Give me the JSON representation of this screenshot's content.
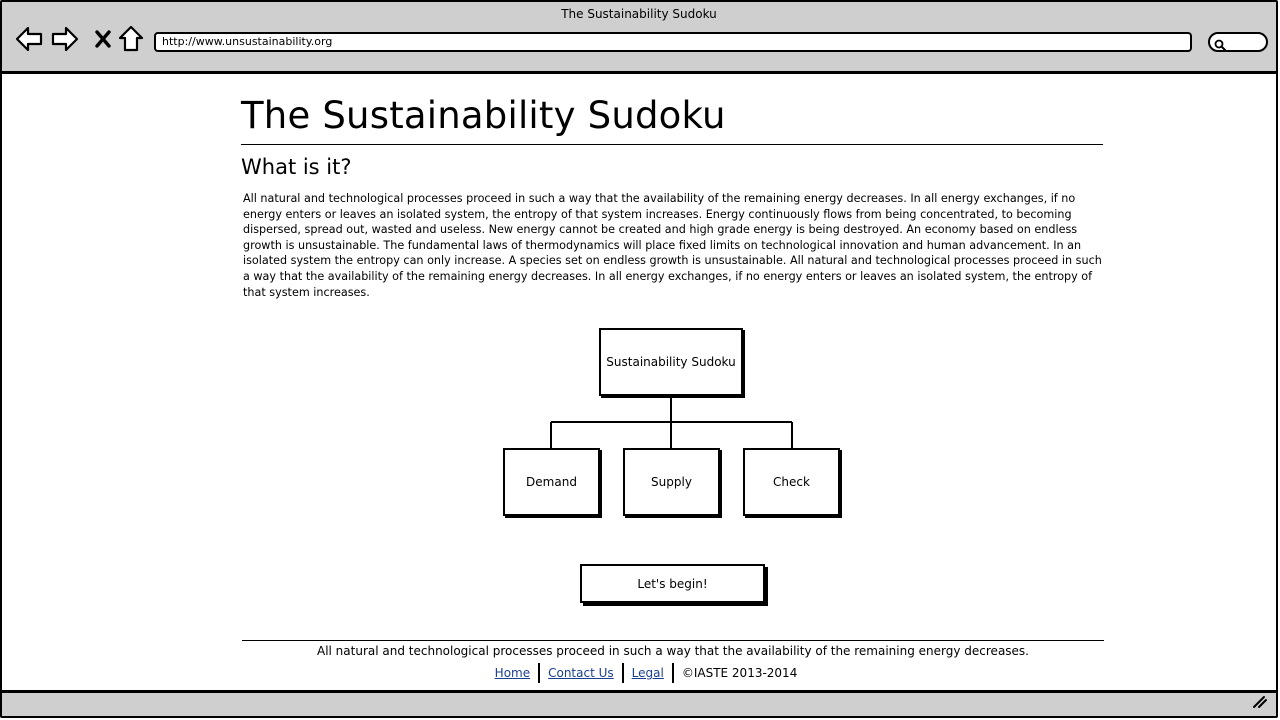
{
  "browser": {
    "window_title": "The Sustainability Sudoku",
    "url": "http://www.unsustainability.org",
    "icons": {
      "back": "back-arrow-icon",
      "forward": "forward-arrow-icon",
      "stop": "close-icon",
      "home": "home-icon",
      "search": "search-icon",
      "resize": "resize-grip-icon"
    }
  },
  "page": {
    "title": "The Sustainability Sudoku",
    "section_title": "What is it?",
    "paragraph": "All natural and technological processes proceed in such a way that the availability of the remaining energy decreases. In all energy exchanges, if no energy enters or leaves an isolated system, the entropy of that system increases. Energy continuously flows from being concentrated, to becoming dispersed, spread out, wasted and useless. New energy cannot be created and high grade energy is being destroyed. An economy based on endless growth is unsustainable. The fundamental laws of thermodynamics will place fixed limits on technological innovation and human advancement. In an isolated system the entropy can only increase. A species set on endless growth is unsustainable. All natural and technological processes proceed in such a way that the availability of the remaining energy decreases. In all energy exchanges, if no energy enters or leaves an isolated system, the entropy of that system increases."
  },
  "diagram": {
    "root": "Sustainability Sudoku",
    "children": [
      "Demand",
      "Supply",
      "Check"
    ]
  },
  "cta": {
    "label": "Let's begin!"
  },
  "footer": {
    "text": "All natural and technological processes proceed in such a way that the availability of the remaining energy decreases.",
    "links": [
      "Home",
      "Contact Us",
      "Legal"
    ],
    "copyright": "©IASTE 2013-2014"
  }
}
